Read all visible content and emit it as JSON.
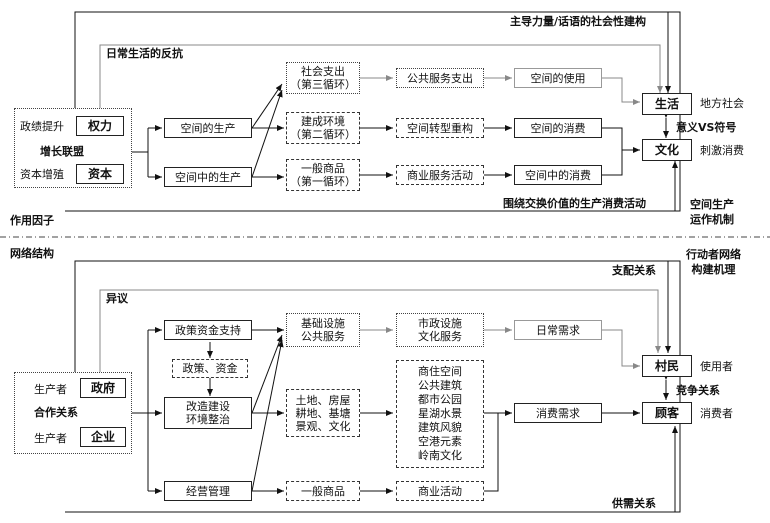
{
  "top": {
    "label_top_right": "主导力量/话语的社会性建构",
    "label_daily": "日常生活的反抗",
    "label_bottom": "围绕交换价值的生产消费活动",
    "left_group": {
      "label_politics": "政绩提升",
      "label_power": "权力",
      "label_alliance": "增长联盟",
      "label_capital_growth": "资本增殖",
      "label_capital": "资本"
    },
    "production_of_space": "空间的生产",
    "production_in_space": "空间中的生产",
    "circuits": {
      "third": [
        "社会支出",
        "（第三循环）"
      ],
      "second": [
        "建成环境",
        "（第二循环）"
      ],
      "first": [
        "一般商品",
        "（第一循环）"
      ]
    },
    "public_service": "公共服务支出",
    "space_transform": "空间转型重构",
    "commercial_service": "商业服务活动",
    "use_of_space": "空间的使用",
    "consumption_of_space": "空间的消费",
    "consumption_in_space": "空间中的消费",
    "life": "生活",
    "culture": "文化",
    "local_society": "地方社会",
    "meaning_vs_symbol": "意义VS符号",
    "stimulated_consumption": "刺激消费"
  },
  "divider": {
    "left_top": "作用因子",
    "left_bottom": "网络结构",
    "right_top": [
      "空间生产",
      "运作机制"
    ],
    "right_bottom": [
      "行动者网络",
      "构建机理"
    ]
  },
  "bottom": {
    "label_dominance": "支配关系",
    "label_objection": "异议",
    "label_supply_demand": "供需关系",
    "left_group": {
      "producer1": "生产者",
      "government": "政府",
      "cooperation": "合作关系",
      "producer2": "生产者",
      "enterprise": "企业"
    },
    "policy_support": "政策资金支持",
    "policy_funds": "政策、资金",
    "renovation": [
      "改造建设",
      "环境整治"
    ],
    "operation": "经营管理",
    "infrastructure": [
      "基础设施",
      "公共服务"
    ],
    "land": [
      "土地、房屋",
      "耕地、基塘",
      "景观、文化"
    ],
    "general_goods": "一般商品",
    "municipal": [
      "市政设施",
      "文化服务"
    ],
    "features": [
      "商住空间",
      "公共建筑",
      "都市公园",
      "星湖水景",
      "建筑风貌",
      "空港元素",
      "岭南文化"
    ],
    "commercial": "商业活动",
    "daily_demand": "日常需求",
    "consumption_demand": "消费需求",
    "villager": "村民",
    "customer": "顾客",
    "user": "使用者",
    "competition": "竞争关系",
    "consumer": "消费者"
  }
}
